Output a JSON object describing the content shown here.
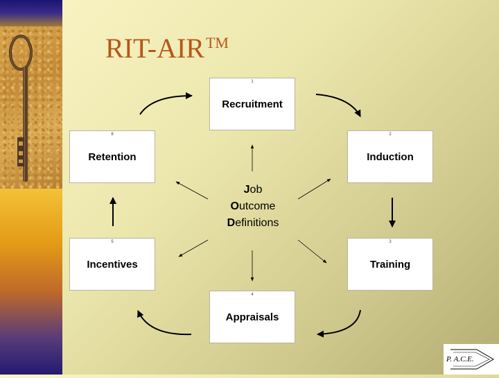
{
  "title": {
    "main": "RIT-AIR",
    "trademark": "TM"
  },
  "boxes": [
    {
      "num": "1",
      "label": "Recruitment"
    },
    {
      "num": "2",
      "label": "Induction"
    },
    {
      "num": "3",
      "label": "Training"
    },
    {
      "num": "4",
      "label": "Appraisals"
    },
    {
      "num": "5",
      "label": "Incentives"
    },
    {
      "num": "6",
      "label": "Retention"
    }
  ],
  "center": {
    "line1": {
      "initial": "J",
      "rest": "ob"
    },
    "line2": {
      "initial": "O",
      "rest": "utcome"
    },
    "line3": {
      "initial": "D",
      "rest": "efinitions"
    }
  },
  "logo": {
    "text": "P. A.C.E."
  },
  "colors": {
    "title": "#b6561a",
    "box_fill": "#ffffff",
    "arrow": "#000000"
  }
}
